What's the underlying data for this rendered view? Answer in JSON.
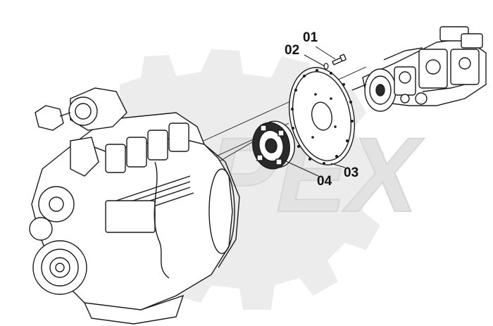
{
  "callouts": {
    "part_01": "01",
    "part_02": "02",
    "part_03": "03",
    "part_04": "04"
  },
  "watermark": {
    "text": "OPEX"
  },
  "colors": {
    "line": "#1a1a1a",
    "watermark": "#e4e4e4",
    "background": "#ffffff"
  }
}
